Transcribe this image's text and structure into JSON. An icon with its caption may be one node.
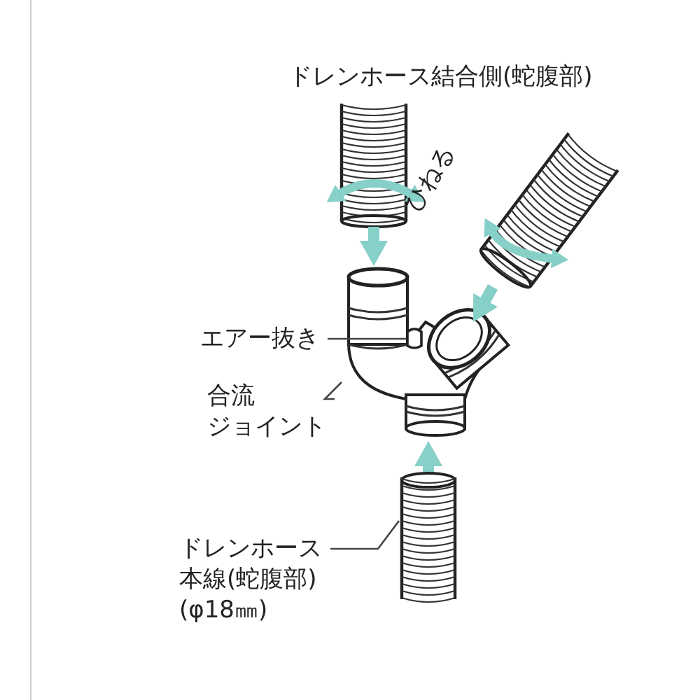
{
  "diagram": {
    "nodes": [
      {
        "text": [],
        "shape": "picture"
      },
      {
        "text": [],
        "shape": "picture"
      },
      {
        "text": [
          "エアー抜き"
        ]
      },
      {
        "text": [],
        "shape": "picture"
      },
      {
        "text": [],
        "shape": "box",
        "in": 3
      },
      {
        "text": [
          "合流ジョイント"
        ]
      },
      {
        "text": [],
        "shape": "picture"
      },
      {
        "text": [
          "ドレンホース本線(蛇腹部)(φ18㎜)"
        ]
      }
    ],
    "edges": [
      {
        "from": 0,
        "to": 3,
        "arrow": "to",
        "style": "thick",
        "color": "#86d0c8"
      },
      {
        "from": 1,
        "to": 3,
        "arrow": "to",
        "style": "thick",
        "color": "#86d0c8"
      },
      {
        "from": 6,
        "to": 3,
        "arrow": "to",
        "style": "thick",
        "color": "#86d0c8"
      },
      {
        "from": 2,
        "to": 4,
        "arrow": "none",
        "color": "#444444"
      },
      {
        "from": 5,
        "to": 3,
        "arrow": "none",
        "color": "#444444"
      },
      {
        "from": 7,
        "to": 6,
        "arrow": "none",
        "color": "#444444"
      }
    ],
    "labels": [
      "ドレンホース結合側(蛇腹部)",
      "ひねる"
    ]
  }
}
